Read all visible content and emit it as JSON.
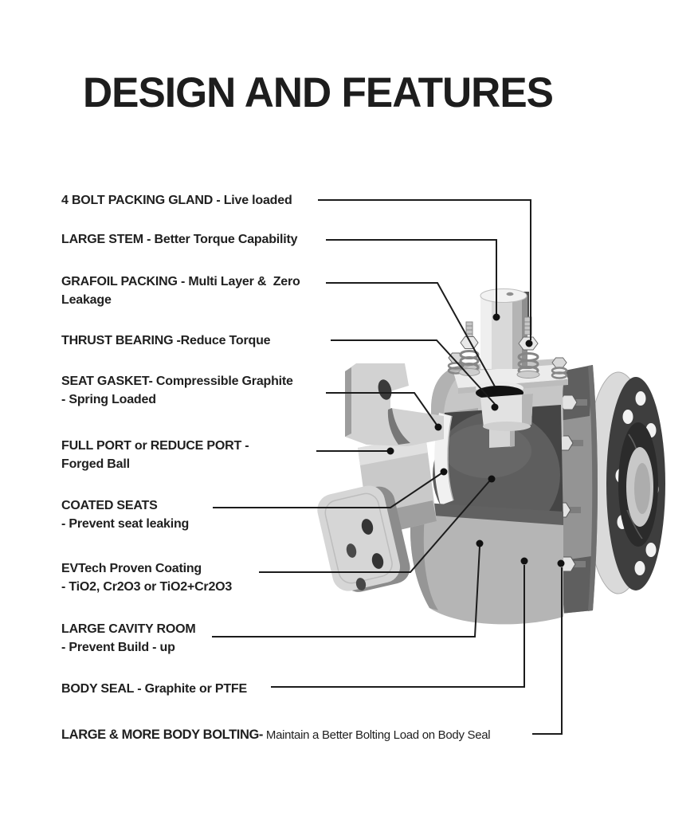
{
  "title": "DESIGN AND FEATURES",
  "diagram": {
    "subject": "trunnion ball valve cutaway",
    "labels": [
      {
        "text": "4 BOLT PACKING GLAND - Live loaded",
        "sub": ""
      },
      {
        "text": "LARGE STEM - Better Torque Capability",
        "sub": ""
      },
      {
        "text": "GRAFOIL PACKING - Multi Layer &  Zero",
        "sub": "Leakage"
      },
      {
        "text": "THRUST BEARING -Reduce Torque",
        "sub": ""
      },
      {
        "text": "SEAT GASKET- Compressible Graphite",
        "sub": "- Spring Loaded"
      },
      {
        "text": "FULL PORT or REDUCE PORT -",
        "sub": "Forged Ball"
      },
      {
        "text": "COATED SEATS",
        "sub": "- Prevent seat leaking"
      },
      {
        "text": "EVTech Proven Coating",
        "sub": "- TiO2, Cr2O3 or TiO2+Cr2O3"
      },
      {
        "text": "LARGE CAVITY ROOM",
        "sub": "- Prevent Build - up"
      },
      {
        "text": "BODY SEAL - Graphite or PTFE",
        "sub": ""
      },
      {
        "text": "LARGE & MORE BODY BOLTING-",
        "tail": " Maintain a Better Bolting Load on Body Seal"
      }
    ],
    "colors": {
      "background": "#ffffff",
      "text": "#1d1d1d",
      "leader_line": "#1c1c1c",
      "metal_light": "#d9d9d9",
      "metal_mid": "#b5b5b5",
      "flange_face_dark": "#3e3e3e",
      "ball": "#5e5e5e",
      "packing_ring": "#121212"
    }
  }
}
